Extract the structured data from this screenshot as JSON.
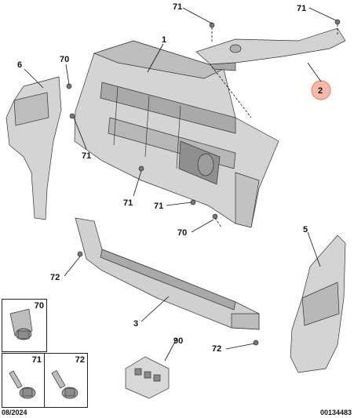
{
  "callouts": {
    "p1": "1",
    "p2": "2",
    "p3": "3",
    "p5": "5",
    "p6": "6",
    "p70a": "70",
    "p70b": "70",
    "p71a": "71",
    "p71b": "71",
    "p71c": "71",
    "p71d": "71",
    "p71e": "71",
    "p72a": "72",
    "p72b": "72",
    "p90": "90"
  },
  "legend": {
    "box70": "70",
    "box71": "71",
    "box72": "72"
  },
  "footer": {
    "date": "08/2024",
    "reference": "00134483"
  },
  "colors": {
    "part_fill": "#d6d6d6",
    "part_dark": "#9a9a9a",
    "highlight_circle": "#f4b9a8",
    "highlight_border": "#e98a72"
  }
}
